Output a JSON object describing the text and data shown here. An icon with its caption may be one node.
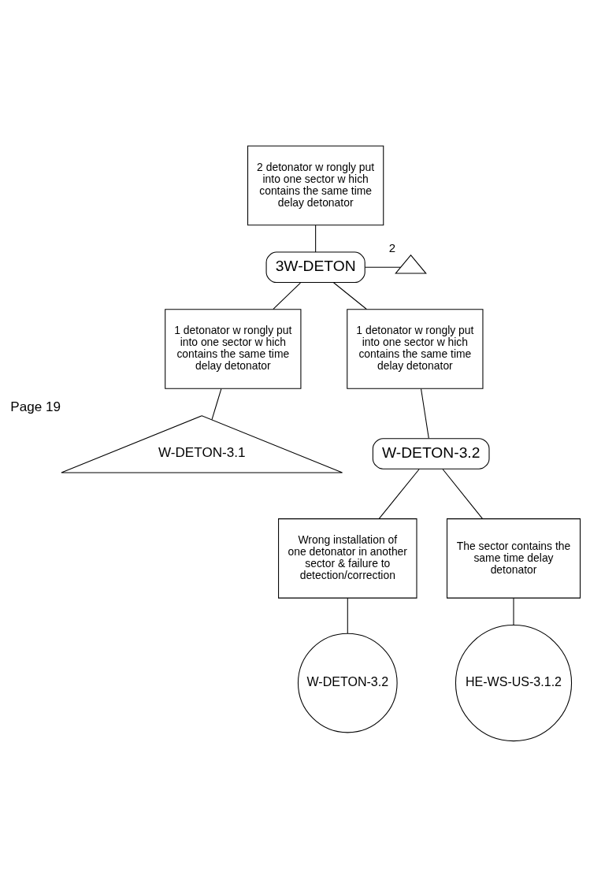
{
  "diagram": {
    "nodes": [
      {
        "text": [
          "2 detonator w rongly put into one sector w hich contains the same time delay detonator"
        ]
      },
      {
        "text": [
          "3W-DETON"
        ]
      },
      {
        "text": [
          "1 detonator w rongly put into one sector w hich contains the same time delay detonator"
        ]
      },
      {
        "text": [
          "1 detonator w rongly put into one sector w hich contains the same time delay detonator"
        ]
      },
      {
        "text": [
          "W-DETON-3.1"
        ],
        "beside": [
          "Page 19"
        ]
      },
      {
        "text": [
          "W-DETON-3.2"
        ]
      },
      {
        "text": [
          "Wrong installation of one detonator in another sector & failure to detection/correction"
        ]
      },
      {
        "text": [
          "The sector contains the same time delay detonator"
        ]
      },
      {
        "text": [
          "W-DETON-3.2"
        ]
      },
      {
        "text": [
          "HE-WS-US-3.1.2"
        ]
      },
      {
        "text": [],
        "shape": "triangle",
        "beside": [
          "2"
        ]
      }
    ],
    "edges": [
      {
        "from": 0,
        "to": 1,
        "arrow": "none"
      },
      {
        "from": 1,
        "to": 10,
        "arrow": "none"
      },
      {
        "from": 1,
        "to": 2,
        "arrow": "none"
      },
      {
        "from": 1,
        "to": 3,
        "arrow": "none"
      },
      {
        "from": 2,
        "to": 4,
        "arrow": "none"
      },
      {
        "from": 3,
        "to": 5,
        "arrow": "none"
      },
      {
        "from": 5,
        "to": 6,
        "arrow": "none"
      },
      {
        "from": 5,
        "to": 7,
        "arrow": "none"
      },
      {
        "from": 6,
        "to": 8,
        "arrow": "none"
      },
      {
        "from": 7,
        "to": 9,
        "arrow": "none"
      }
    ]
  }
}
